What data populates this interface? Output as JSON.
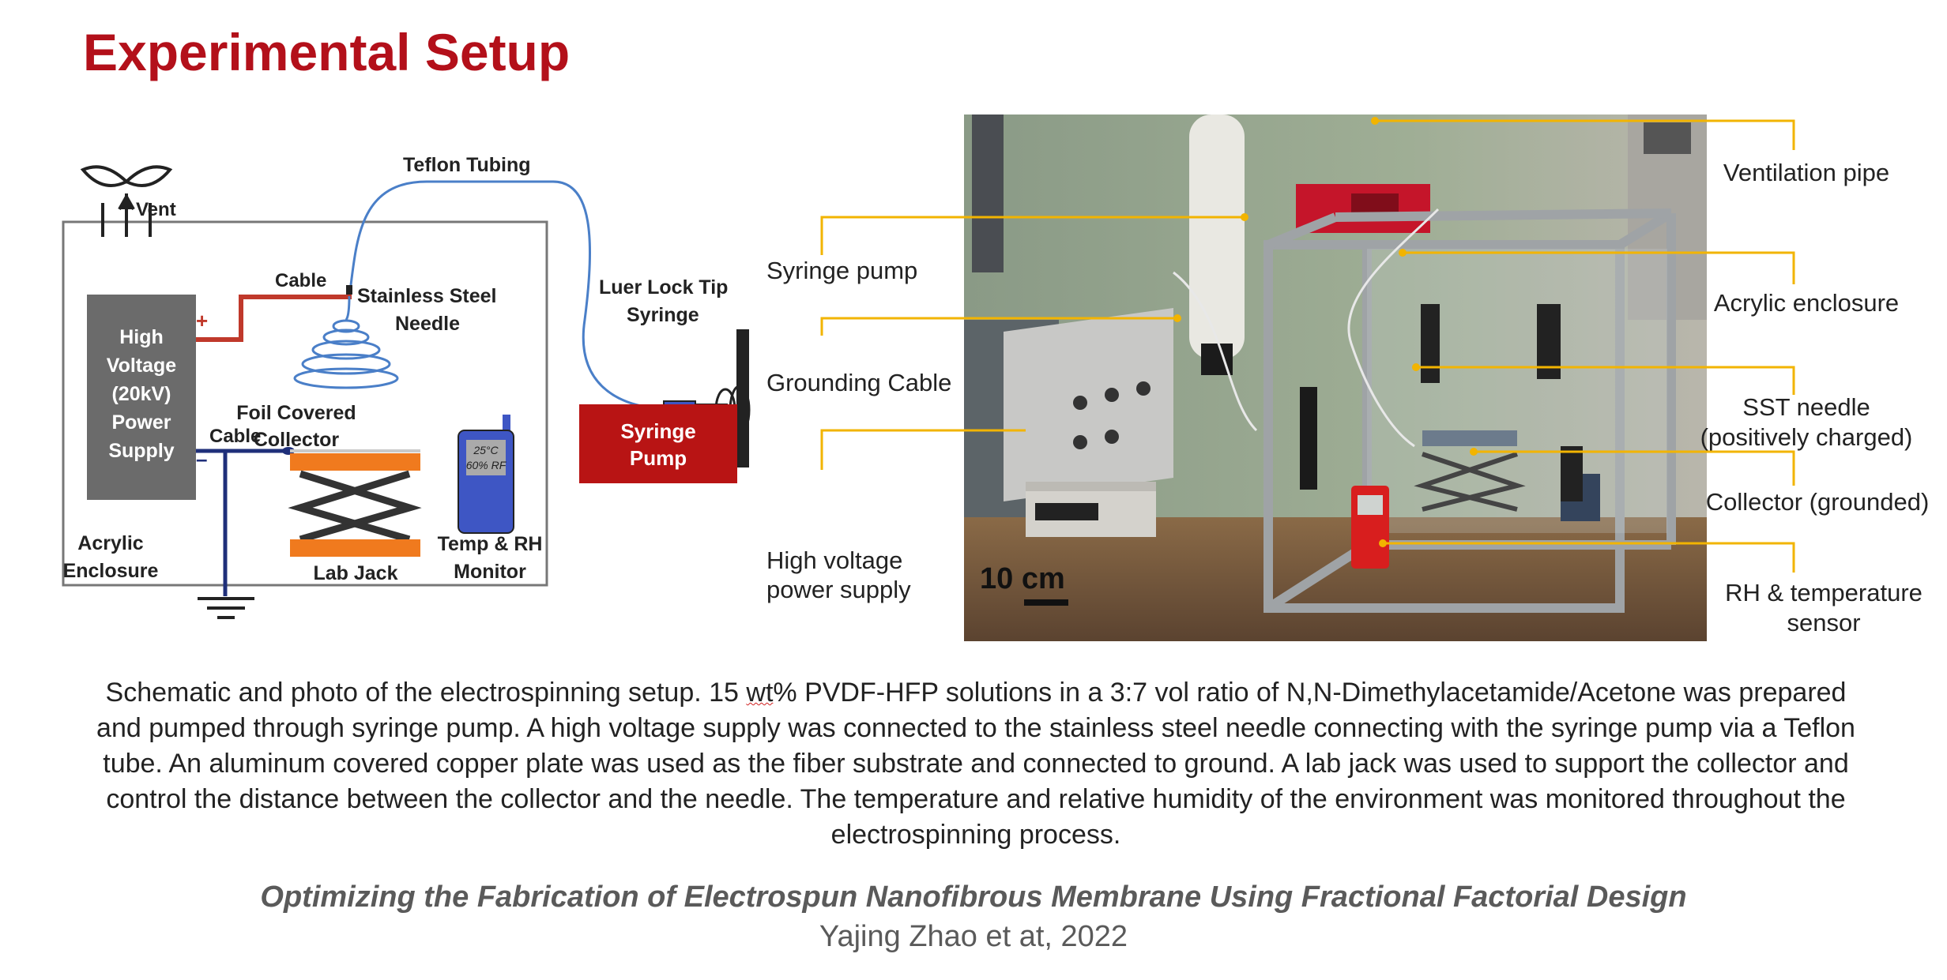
{
  "title": "Experimental Setup",
  "schematic": {
    "labels": {
      "vent": "Vent",
      "teflon_tubing": "Teflon Tubing",
      "cable_top": "Cable",
      "needle": [
        "Stainless Steel",
        "Needle"
      ],
      "syringe_tip": [
        "Luer Lock Tip",
        "Syringe"
      ],
      "power_supply": [
        "High",
        "Voltage",
        "(20kV)",
        "Power",
        "Supply"
      ],
      "plus": "+",
      "minus": "–",
      "cable_bottom": "Cable",
      "collector": [
        "Foil Covered",
        "Collector"
      ],
      "monitor_screen": [
        "25°C",
        "60% RF"
      ],
      "lab_jack": "Lab Jack",
      "temp_rh": [
        "Temp & RH",
        "Monitor"
      ],
      "enclosure": [
        "Acrylic",
        "Enclosure"
      ],
      "syringe_pump": [
        "Syringe",
        "Pump"
      ]
    },
    "colors": {
      "power_supply": "#6b6b6b",
      "syringe_pump": "#b81414",
      "collector": "#f07a1e",
      "monitor": "#3e56c4",
      "tubing": "#4a7fc8",
      "cable_positive": "#c0392b",
      "cable_negative": "#1f2f7a"
    }
  },
  "photo": {
    "scale_bar": "10 cm",
    "callouts_left": {
      "syringe_pump": "Syringe pump",
      "grounding_cable": "Grounding Cable",
      "hv_supply": [
        "High voltage",
        "power supply"
      ]
    },
    "callouts_right": {
      "ventilation": "Ventilation pipe",
      "acrylic": "Acrylic enclosure",
      "sst_needle": [
        "SST needle",
        "(positively charged)"
      ],
      "collector": "Collector (grounded)",
      "rh_sensor": [
        "RH & temperature",
        "sensor"
      ]
    },
    "colors": {
      "callout_line": "#f2b400"
    }
  },
  "caption": {
    "part1": "Schematic and photo of the electrospinning setup. 15 ",
    "part_wt": "wt",
    "part2": "% PVDF-HFP solutions in a 3:7 vol ratio of N,N-Dimethylacetamide/Acetone was prepared and pumped through syringe pump. A high voltage supply was connected to the stainless steel needle connecting with the syringe pump via a Teflon tube. An aluminum covered copper plate was used as the fiber substrate and connected to ground. A lab jack was used to support the collector and control the distance between the collector and the needle. The temperature and relative humidity of the environment was monitored throughout the electrospinning process."
  },
  "reference": {
    "title": "Optimizing the Fabrication of Electrospun Nanofibrous Membrane Using Fractional Factorial Design",
    "author": "Yajing Zhao et at, 2022"
  }
}
